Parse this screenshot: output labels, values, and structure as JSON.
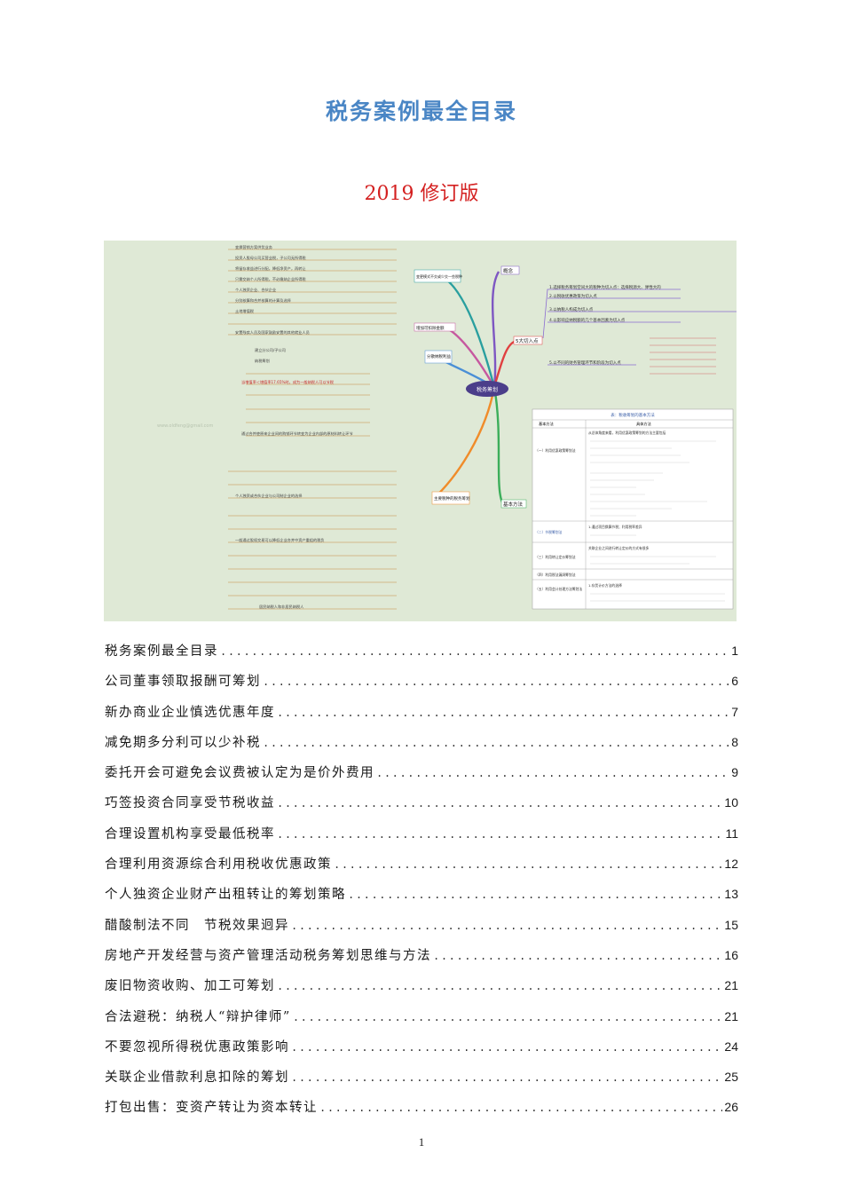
{
  "document": {
    "title": "税务案例最全目录",
    "subtitle": "2019 修订版",
    "page_number": "1"
  },
  "mindmap": {
    "center": "税务筹划",
    "branches": [
      {
        "label": "概念"
      },
      {
        "label": "5大切入点"
      },
      {
        "label": "基本方法"
      },
      {
        "label": "主要税种的税务筹划"
      },
      {
        "label": "增加可扣除金额"
      },
      {
        "label": "分散纳税利益"
      },
      {
        "label": "变更模式不交或少交一些税种"
      }
    ],
    "items_right": [
      "1.选择税务筹划空间大的税种为切入点：选择税源大、弹性大的",
      "2.以税收优惠政策为切入点",
      "3.以纳税人构成为切入点",
      "4.以影响应纳税额的几个基本因素为切入点",
      "5.以不同的财务管理环节和阶段为切入点"
    ],
    "items_left": [
      "变换营销方案供货业务",
      "投资人股母公司买营业税，子公司无所得税",
      "将留存收益进行分配，降低净资产，再转让",
      "只需交纳个人所得税，不必缴纳企业所得税",
      "个人独资企业、合伙企业",
      "分别核算和合并核算的计算及选择",
      "土地增值税",
      "安置残疾人员及国家鼓励安置的其他就业人员",
      "建立分公司/子公司",
      "纳税筹划",
      "当增值率＜增值率17.65%时，成为一般纳税人可以节税",
      "通过合并使原来企业间的购销环节转变为企业内部的原材料转让环节",
      "个人独资或合伙企业与公司制企业的选择",
      "一般通过股权交易可以降低企业合并中资产重组的税负",
      "居民纳税人和非居民纳税人"
    ],
    "table": {
      "title": "表：税收筹划的基本方法",
      "header": [
        "基本方法",
        "具体方法"
      ],
      "rows": [
        [
          "（一）利用优惠政策筹划法",
          "从总体角度来看，利用优惠政策筹划的方法主要包括"
        ],
        [
          "（二）节税筹划法",
          "1.通过项目换算节税；利用税率差异"
        ],
        [
          "（三）利用转让定价筹划法",
          "关联企业之间进行转让定价的方式有很多"
        ],
        [
          "（四）利用税法漏洞筹划法",
          ""
        ],
        [
          "（五）利用会计处理方法筹划法",
          "1.存货计价方法的选择"
        ]
      ]
    },
    "watermark": "www.oldfeng@gmail.com"
  },
  "toc": [
    {
      "title": "税务案例最全目录",
      "page": "1"
    },
    {
      "title": "公司董事领取报酬可筹划",
      "page": "6"
    },
    {
      "title": "新办商业企业慎选优惠年度",
      "page": "7"
    },
    {
      "title": "减免期多分利可以少补税",
      "page": "8"
    },
    {
      "title": "委托开会可避免会议费被认定为是价外费用",
      "page": "9"
    },
    {
      "title": "巧签投资合同享受节税收益",
      "page": "10"
    },
    {
      "title": "合理设置机构享受最低税率",
      "page": "11"
    },
    {
      "title": "合理利用资源综合利用税收优惠政策",
      "page": "12"
    },
    {
      "title": "个人独资企业财产出租转让的筹划策略",
      "page": "13"
    },
    {
      "title": "醋酸制法不同　节税效果迥异",
      "page": "15"
    },
    {
      "title": "房地产开发经营与资产管理活动税务筹划思维与方法",
      "page": "16"
    },
    {
      "title": "废旧物资收购、加工可筹划",
      "page": "21"
    },
    {
      "title": "合法避税：纳税人“辩护律师”",
      "page": "21"
    },
    {
      "title": "不要忽视所得税优惠政策影响",
      "page": "24"
    },
    {
      "title": "关联企业借款利息扣除的筹划",
      "page": "25"
    },
    {
      "title": "打包出售：变资产转让为资本转让",
      "page": "26"
    }
  ],
  "colors": {
    "title": "#4a86c5",
    "subtitle": "#d42020",
    "mindmap_bg": "#dfe9d6"
  }
}
